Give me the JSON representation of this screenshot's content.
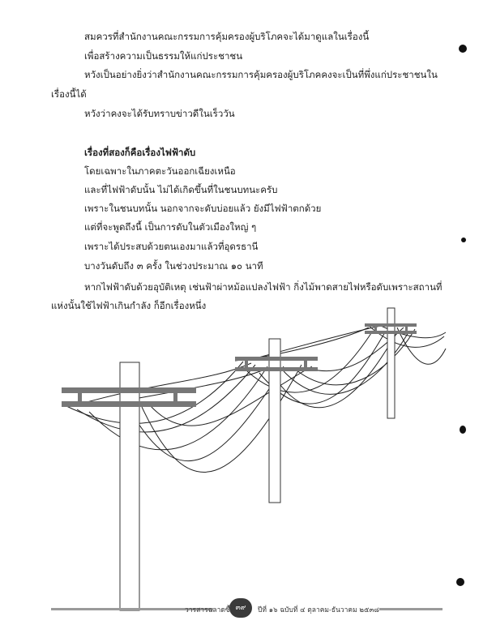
{
  "paragraphs": {
    "p1": [
      "สมควรที่สำนักงานคณะกรรมการคุ้มครองผู้บริโภคจะได้มาดูแลในเรื่องนี้",
      "เพื่อสร้างความเป็นธรรมให้แก่ประชาชน"
    ],
    "p2": [
      "หวังเป็นอย่างยิ่งว่าสำนักงานคณะกรรมการคุ้มครองผู้บริโภคคงจะเป็นที่พึ่งแก่ประชาชนใน",
      "เรื่องนี้ได้"
    ],
    "p3": "หวังว่าคงจะได้รับทราบข่าวดีในเร็ววัน",
    "heading2": "เรื่องที่สองก็คือเรื่องไฟฟ้าดับ",
    "list": [
      "โดยเฉพาะในภาคตะวันออกเฉียงเหนือ",
      "และที่ไฟฟ้าดับนั้น ไม่ได้เกิดขึ้นที่ในชนบทนะครับ",
      "เพราะในชนบทนั้น นอกจากจะดับบ่อยแล้ว ยังมีไฟฟ้าตกด้วย",
      "แต่ที่จะพูดถึงนี้ เป็นการดับในตัวเมืองใหญ่ ๆ",
      "เพราะได้ประสบด้วยตนเองมาแล้วที่อุดรธานี",
      "บางวันดับถึง ๓ ครั้ง ในช่วงประมาณ ๑๐ นาที"
    ],
    "p4": [
      "หากไฟฟ้าดับด้วยอุบัติเหตุ เช่นฟ้าผ่าหม้อแปลงไฟฟ้า กิ่งไม้พาดสายไฟหรือดับเพราะสถานที่",
      "แห่งนั้นใช้ไฟฟ้าเกินกำลัง ก็อีกเรื่องหนึ่ง"
    ]
  },
  "illustration": {
    "icon": "power-poles-illustration"
  },
  "footer": {
    "left_text": "วารสารฉลาดซื้อ",
    "page_number": "๓๙",
    "right_text": "ปีที่ ๑๖ ฉบับที่ ๔ ตุลาคม-ธันวาคม ๒๕๓๘"
  }
}
